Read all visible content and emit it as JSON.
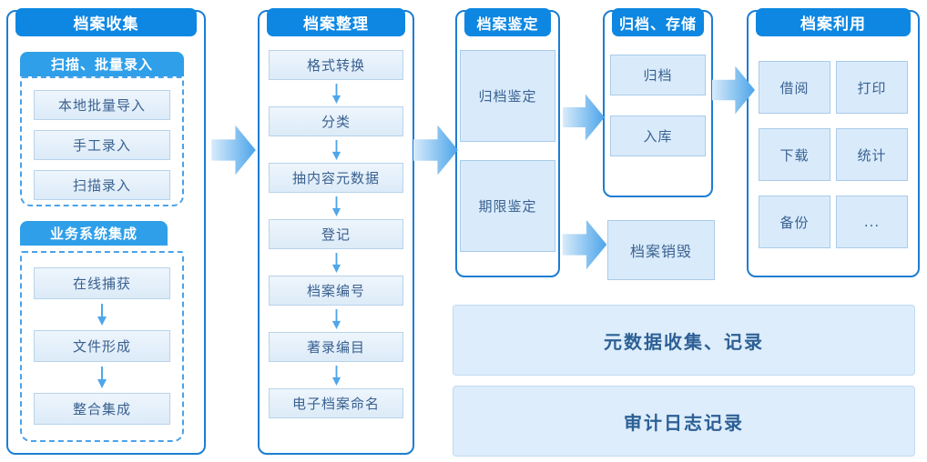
{
  "colors": {
    "header_bg": "#0d87e2",
    "subheader_bg": "#2f9fe9",
    "panel_border": "#1c7dd4",
    "dashed_border": "#4aa2e9",
    "item_fill": "#e5f1fb",
    "item_border": "#b7d3ea",
    "item_text": "#3a6190",
    "big_box_fill": "#d9ebfb",
    "wide_bar_fill": "#ddedfb",
    "wide_bar_text": "#2d6095",
    "arrow_gradient_from": "#d8ebfa",
    "arrow_gradient_to": "#4ba4ea",
    "small_arrow": "#4fa6ea"
  },
  "columns": {
    "collect": {
      "title": "档案收集",
      "sections": [
        {
          "title": "扫描、批量录入",
          "items": [
            "本地批量导入",
            "手工录入",
            "扫描录入"
          ]
        },
        {
          "title": "业务系统集成",
          "items": [
            "在线捕获",
            "文件形成",
            "整合集成"
          ]
        }
      ]
    },
    "organize": {
      "title": "档案整理",
      "steps": [
        "格式转换",
        "分类",
        "抽内容元数据",
        "登记",
        "档案编号",
        "著录编目",
        "电子档案命名"
      ]
    },
    "appraise": {
      "title": "档案鉴定",
      "items": [
        "归档鉴定",
        "期限鉴定"
      ]
    },
    "store": {
      "title": "归档、存储",
      "items": [
        "归档",
        "入库"
      ]
    },
    "use": {
      "title": "档案利用",
      "items": [
        "借阅",
        "打印",
        "下载",
        "统计",
        "备份",
        "..."
      ]
    }
  },
  "destroy_box": {
    "label": "档案销毁"
  },
  "bottom_bars": [
    {
      "label": "元数据收集、记录"
    },
    {
      "label": "审计日志记录"
    }
  ]
}
